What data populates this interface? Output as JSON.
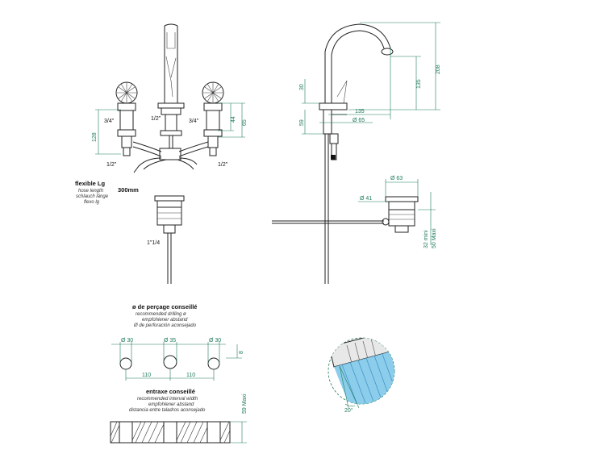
{
  "front_view": {
    "inlet_left": "3/4\"",
    "inlet_center": "1/2\"",
    "inlet_right": "3/4\"",
    "outlet_left": "1/2\"",
    "outlet_right": "1/2\"",
    "dim_128": "128",
    "dim_44": "44",
    "dim_65": "65",
    "flexible_title": "flexible Lg",
    "flexible_en": "hose length",
    "flexible_de": "schlauch länge",
    "flexible_es": "flexo lg",
    "hose_length": "300mm",
    "drain_size": "1\"1/4"
  },
  "side_view": {
    "dim_30": "30",
    "dim_135_v": "135",
    "dim_208": "208",
    "dim_135_h": "135",
    "dim_59": "59",
    "dim_phi65": "Ø 65",
    "dim_phi63": "Ø 63",
    "dim_phi41": "Ø 41",
    "dim_32": "32 mini",
    "dim_50": "50 Maxi"
  },
  "drilling": {
    "title": "ø de perçage conseillé",
    "en": "recommended drilling ø",
    "de": "empfohlener abstand",
    "es": "Ø de perforación aconsejado",
    "hole_left": "Ø 30",
    "hole_center": "Ø 35",
    "hole_right": "Ø 30",
    "dim_8": "8",
    "spacing_left": "110",
    "spacing_right": "110",
    "interval_title": "entraxe conseillé",
    "interval_en": "recommended interval width",
    "interval_de": "empfohlener abstand",
    "interval_es": "distancia entre taladros aconsejado",
    "dim_59maxi": "59 Maxi"
  },
  "aerator": {
    "angle": "20°"
  },
  "colors": {
    "dimension": "#1e7a5a",
    "line": "#222222",
    "spray": "#7fc8ea"
  }
}
